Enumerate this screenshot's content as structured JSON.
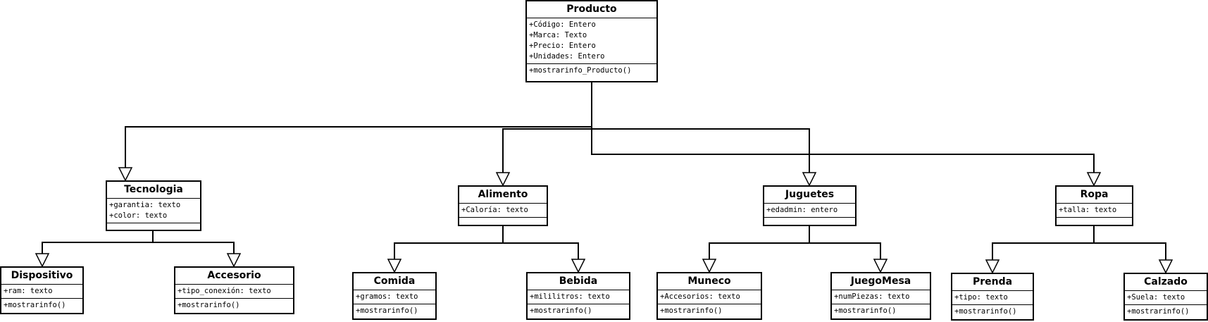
{
  "classes": {
    "producto": {
      "name": "Producto",
      "attributes": [
        "+Código: Entero",
        "+Marca: Texto",
        "+Precio: Entero",
        "+Unidades: Entero"
      ],
      "methods": [
        "+mostrarinfo_Producto()"
      ]
    },
    "tecnologia": {
      "name": "Tecnologia",
      "attributes": [
        "+garantia: texto",
        "+color: texto"
      ],
      "methods": []
    },
    "alimento": {
      "name": "Alimento",
      "attributes": [
        "+Caloría: texto"
      ],
      "methods": []
    },
    "juguetes": {
      "name": "Juguetes",
      "attributes": [
        "+edadmin: entero"
      ],
      "methods": []
    },
    "ropa": {
      "name": "Ropa",
      "attributes": [
        "+talla: texto"
      ],
      "methods": []
    },
    "dispositivo": {
      "name": "Dispositivo",
      "attributes": [
        "+ram: texto"
      ],
      "methods": [
        "+mostrarinfo()"
      ]
    },
    "accesorio": {
      "name": "Accesorio",
      "attributes": [
        "+tipo_conexión: texto"
      ],
      "methods": [
        "+mostrarinfo()"
      ]
    },
    "comida": {
      "name": "Comida",
      "attributes": [
        "+gramos: texto"
      ],
      "methods": [
        "+mostrarinfo()"
      ]
    },
    "bebida": {
      "name": "Bebida",
      "attributes": [
        "+mililitros: texto"
      ],
      "methods": [
        "+mostrarinfo()"
      ]
    },
    "muneco": {
      "name": "Muneco",
      "attributes": [
        "+Accesorios: texto"
      ],
      "methods": [
        "+mostrarinfo()"
      ]
    },
    "juegomesa": {
      "name": "JuegoMesa",
      "attributes": [
        "+numPiezas: texto"
      ],
      "methods": [
        "+mostrarinfo()"
      ]
    },
    "prenda": {
      "name": "Prenda",
      "attributes": [
        "+tipo: texto"
      ],
      "methods": [
        "+mostrarinfo()"
      ]
    },
    "calzado": {
      "name": "Calzado",
      "attributes": [
        "+Suela: texto"
      ],
      "methods": [
        "+mostrarinfo()"
      ]
    }
  },
  "inheritance": [
    {
      "child": "tecnologia",
      "parent": "producto"
    },
    {
      "child": "alimento",
      "parent": "producto"
    },
    {
      "child": "juguetes",
      "parent": "producto"
    },
    {
      "child": "ropa",
      "parent": "producto"
    },
    {
      "child": "dispositivo",
      "parent": "tecnologia"
    },
    {
      "child": "accesorio",
      "parent": "tecnologia"
    },
    {
      "child": "comida",
      "parent": "alimento"
    },
    {
      "child": "bebida",
      "parent": "alimento"
    },
    {
      "child": "muneco",
      "parent": "juguetes"
    },
    {
      "child": "juegomesa",
      "parent": "juguetes"
    },
    {
      "child": "prenda",
      "parent": "ropa"
    },
    {
      "child": "calzado",
      "parent": "ropa"
    }
  ]
}
